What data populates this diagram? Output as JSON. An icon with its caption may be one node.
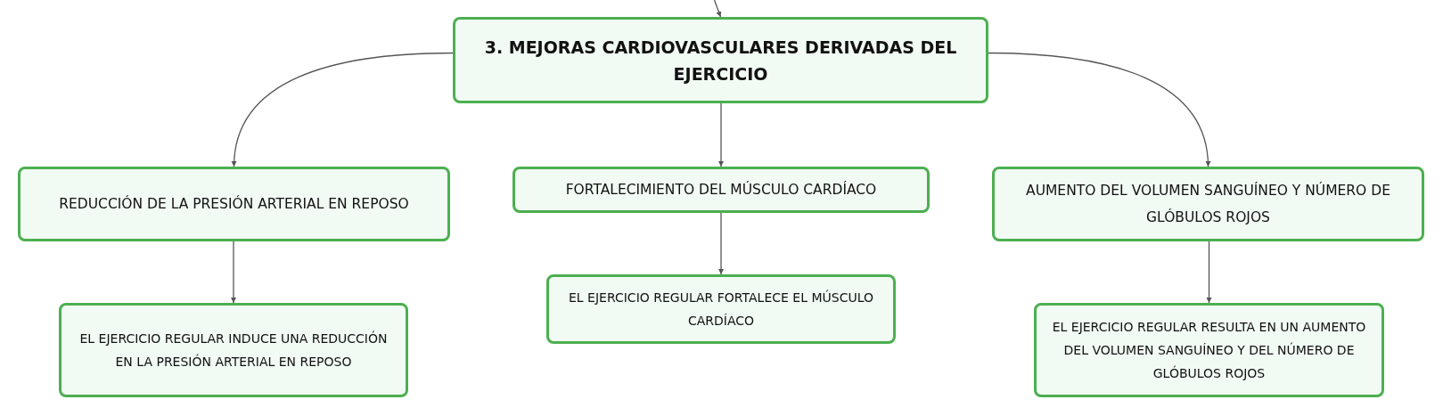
{
  "diagram": {
    "nodes": [
      {
        "text": [
          "3. MEJORAS CARDIOVASCULARES DERIVADAS DEL EJERCICIO"
        ]
      },
      {
        "text": [
          "REDUCCIÓN DE LA PRESIÓN ARTERIAL EN REPOSO"
        ]
      },
      {
        "text": [
          "FORTALECIMIENTO DEL MÚSCULO CARDÍACO"
        ]
      },
      {
        "text": [
          "AUMENTO DEL VOLUMEN SANGUÍNEO Y NÚMERO DE GLÓBULOS ROJOS"
        ]
      },
      {
        "text": [
          "EL EJERCICIO REGULAR INDUCE UNA REDUCCIÓN EN LA PRESIÓN ARTERIAL EN REPOSO"
        ]
      },
      {
        "text": [
          "EL EJERCICIO REGULAR FORTALECE EL MÚSCULO CARDÍACO"
        ]
      },
      {
        "text": [
          "EL EJERCICIO REGULAR RESULTA EN UN AUMENTO DEL VOLUMEN SANGUÍNEO Y DEL NÚMERO DE GLÓBULOS ROJOS"
        ]
      }
    ],
    "edges": [
      {
        "from": null,
        "to": 0,
        "arrow": "to"
      },
      {
        "from": 0,
        "to": 1,
        "arrow": "to"
      },
      {
        "from": 0,
        "to": 2,
        "arrow": "to"
      },
      {
        "from": 0,
        "to": 3,
        "arrow": "to"
      },
      {
        "from": 1,
        "to": 4,
        "arrow": "to"
      },
      {
        "from": 2,
        "to": 5,
        "arrow": "to"
      },
      {
        "from": 3,
        "to": 6,
        "arrow": "to"
      }
    ]
  }
}
